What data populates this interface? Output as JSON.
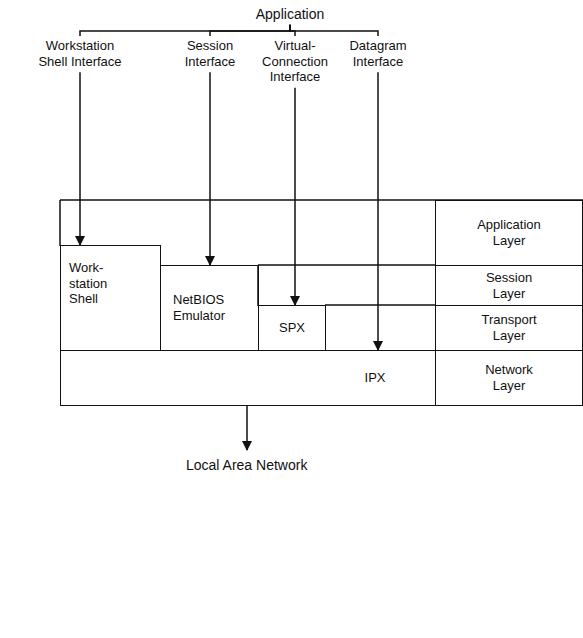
{
  "diagram": {
    "nodes": [
      {
        "text": [
          "Application"
        ]
      },
      {
        "text": [
          "Workstation Shell Interface"
        ]
      },
      {
        "text": [
          "Session Interface"
        ]
      },
      {
        "text": [
          "Virtual-Connection Interface"
        ]
      },
      {
        "text": [
          "Datagram Interface"
        ]
      },
      {
        "text": [
          "Work-station Shell"
        ]
      },
      {
        "text": [
          "NetBIOS Emulator"
        ]
      },
      {
        "text": [
          "SPX"
        ]
      },
      {
        "text": [
          "IPX"
        ]
      },
      {
        "text": [
          "Application Layer"
        ]
      },
      {
        "text": [
          "Session Layer"
        ]
      },
      {
        "text": [
          "Transport Layer"
        ]
      },
      {
        "text": [
          "Network Layer"
        ]
      }
    ],
    "edges": [
      {
        "from": 0,
        "to": 1,
        "arrow": "none"
      },
      {
        "from": 0,
        "to": 2,
        "arrow": "none"
      },
      {
        "from": 0,
        "to": 3,
        "arrow": "none"
      },
      {
        "from": 0,
        "to": 4,
        "arrow": "none"
      },
      {
        "from": 1,
        "to": 5,
        "arrow": "to"
      },
      {
        "from": 2,
        "to": 6,
        "arrow": "to"
      },
      {
        "from": 3,
        "to": 7,
        "arrow": "to"
      },
      {
        "from": 4,
        "to": 8,
        "arrow": "to"
      }
    ],
    "labels": [
      "Local Area Network"
    ]
  }
}
